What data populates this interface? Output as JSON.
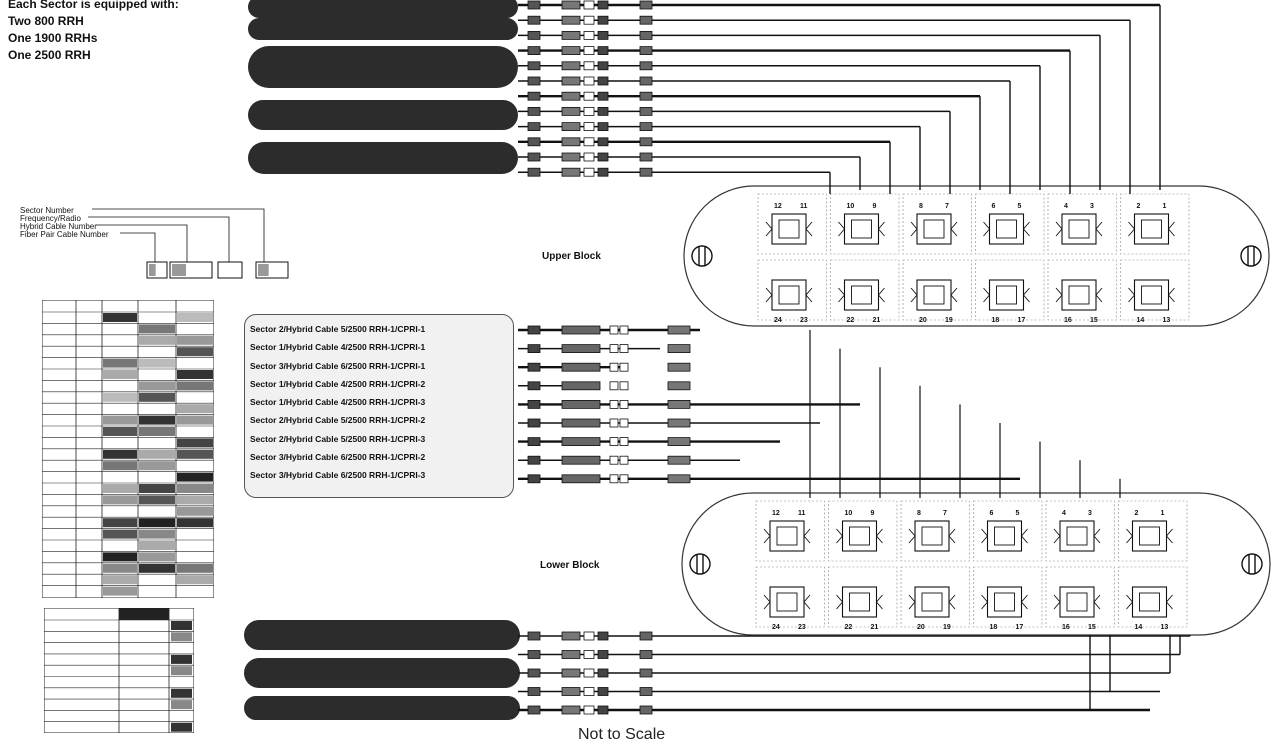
{
  "note": {
    "lines": [
      "Each Sector is equipped with:",
      "Two 800 RRH",
      "One 1900 RRHs",
      "One 2500 RRH"
    ]
  },
  "key": {
    "labels": [
      "Sector Number",
      "Frequency/Radio",
      "Hybrid Cable Number",
      "Fiber Pair Cable Number"
    ]
  },
  "upper_block": {
    "label": "Upper Block",
    "top_ports": [
      "12",
      "11",
      "10",
      "9",
      "8",
      "7",
      "6",
      "5",
      "4",
      "3",
      "2",
      "1"
    ],
    "bottom_ports": [
      "24",
      "23",
      "22",
      "21",
      "20",
      "19",
      "18",
      "17",
      "16",
      "15",
      "14",
      "13"
    ]
  },
  "lower_block": {
    "label": "Lower Block",
    "top_ports": [
      "12",
      "11",
      "10",
      "9",
      "8",
      "7",
      "6",
      "5",
      "4",
      "3",
      "2",
      "1"
    ],
    "bottom_ports": [
      "24",
      "23",
      "22",
      "21",
      "20",
      "19",
      "18",
      "17",
      "16",
      "15",
      "14",
      "13"
    ]
  },
  "middle_cables": [
    "Sector 2/Hybrid Cable 5/2500 RRH-1/CPRI-1",
    "Sector 1/Hybrid Cable 4/2500 RRH-1/CPRI-1",
    "Sector 3/Hybrid Cable 6/2500 RRH-1/CPRI-1",
    "Sector 1/Hybrid Cable 4/2500 RRH-1/CPRI-2",
    "Sector 1/Hybrid Cable 4/2500 RRH-1/CPRI-3",
    "Sector 2/Hybrid Cable 5/2500 RRH-1/CPRI-2",
    "Sector 2/Hybrid Cable 5/2500 RRH-1/CPRI-3",
    "Sector 3/Hybrid Cable 6/2500 RRH-1/CPRI-2",
    "Sector 3/Hybrid Cable 6/2500 RRH-1/CPRI-3"
  ],
  "footer": {
    "not_to_scale": "Not to Scale"
  }
}
